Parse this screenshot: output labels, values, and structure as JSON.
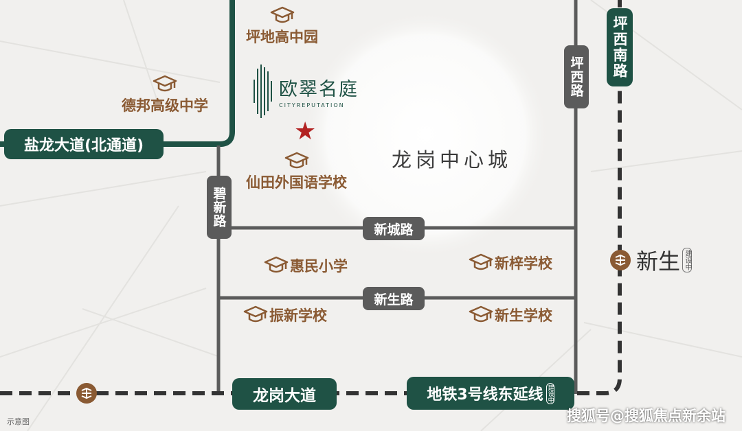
{
  "colors": {
    "background": "#f1f0ee",
    "main_road": "#1f5245",
    "local_road": "#5b5b5b",
    "metro_line": "#333333",
    "poi_brown": "#8a5a33",
    "site_star": "#b22222"
  },
  "roads": {
    "yanlong": "盐龙大道(北通道)",
    "bixin": "碧新路",
    "pingxi": "坪西路",
    "pingxinan": "坪西南路",
    "xincheng": "新城路",
    "xinsheng": "新生路",
    "longgang": "龙岗大道",
    "metro3_main": "地铁3号线东延线",
    "metro3_note": "建设中"
  },
  "project": {
    "name": "欧翠名庭",
    "subtitle": "CITYREPUTATION",
    "marker_icon": "red-star-icon"
  },
  "district": "龙岗中心城",
  "schools": {
    "pingdi": "坪地高中园",
    "debang": "德邦高级中学",
    "xiantian": "仙田外国语学校",
    "huimin": "惠民小学",
    "xinzi": "新梓学校",
    "zhenxin": "振新学校",
    "xinsheng": "新生学校",
    "icon": "graduation-cap-icon"
  },
  "station": {
    "name": "新生",
    "note": "建设中",
    "icon": "metro-icon"
  },
  "footnote": "示意图",
  "watermark": "搜狐号@搜狐焦点新余站"
}
